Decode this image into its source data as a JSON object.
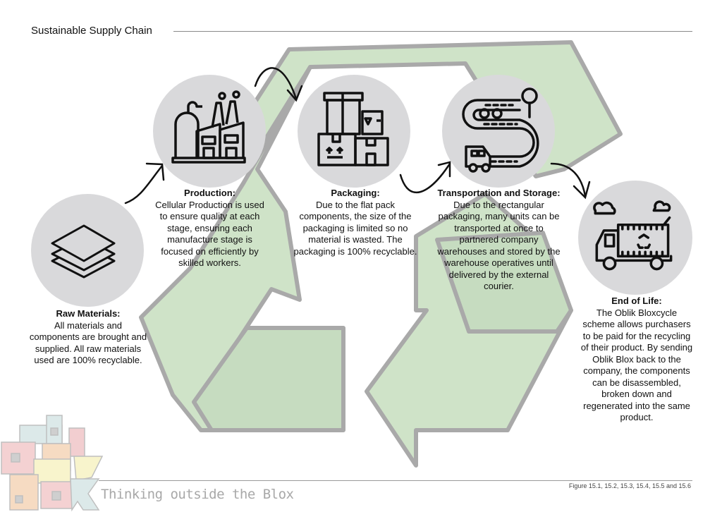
{
  "header": {
    "title": "Sustainable Supply Chain"
  },
  "stages": [
    {
      "id": "raw-materials",
      "icon": "layers-icon",
      "heading": "Raw Materials:",
      "body": "All materials and components are brought and supplied. All raw materials used are 100% recyclable."
    },
    {
      "id": "production",
      "icon": "factory-icon",
      "heading": "Production:",
      "body": "Cellular Production is used to ensure quality at each stage, ensuring each manufacture stage is focused on efficiently by skilled workers."
    },
    {
      "id": "packaging",
      "icon": "boxes-icon",
      "heading": "Packaging:",
      "body": "Due to the flat pack components, the size of the packaging is limited so no material is wasted. The packaging is 100% recyclable."
    },
    {
      "id": "transportation",
      "icon": "road-van-icon",
      "heading": "Transportation and Storage:",
      "body": "Due to the rectangular packaging, many units can be transported at once to partnered company warehouses and stored by the warehouse operatives until delivered by the external courier."
    },
    {
      "id": "end-of-life",
      "icon": "recycling-truck-icon",
      "heading": "End of Life:",
      "body": "The Oblik Bloxcycle scheme allows purchasers to be paid for the recycling of their product. By sending Oblik Blox back to the company, the components can be disassembled, broken down and regenerated into the same product."
    }
  ],
  "footer": {
    "tagline": "Thinking outside the Blox",
    "caption": "Figure 15.1, 15.2, 15.3, 15.4, 15.5 and 15.6"
  },
  "colors": {
    "recycle_fill": "#cfe3c8",
    "recycle_stroke": "#a9a9a9",
    "circle_fill": "#d9d9db",
    "text": "#111111"
  }
}
